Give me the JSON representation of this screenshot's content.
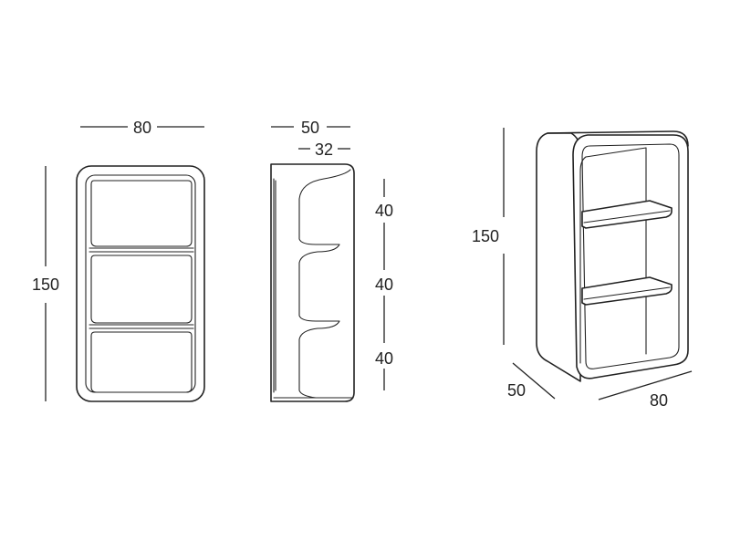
{
  "front_view": {
    "width_label": "80",
    "height_label": "150"
  },
  "side_view": {
    "depth_label": "50",
    "inner_depth_label": "32",
    "shelf_spacing_labels": [
      "40",
      "40",
      "40"
    ]
  },
  "iso_view": {
    "height_label": "150",
    "depth_label": "50",
    "width_label": "80"
  },
  "colors": {
    "line": "#222222",
    "background": "#ffffff"
  }
}
